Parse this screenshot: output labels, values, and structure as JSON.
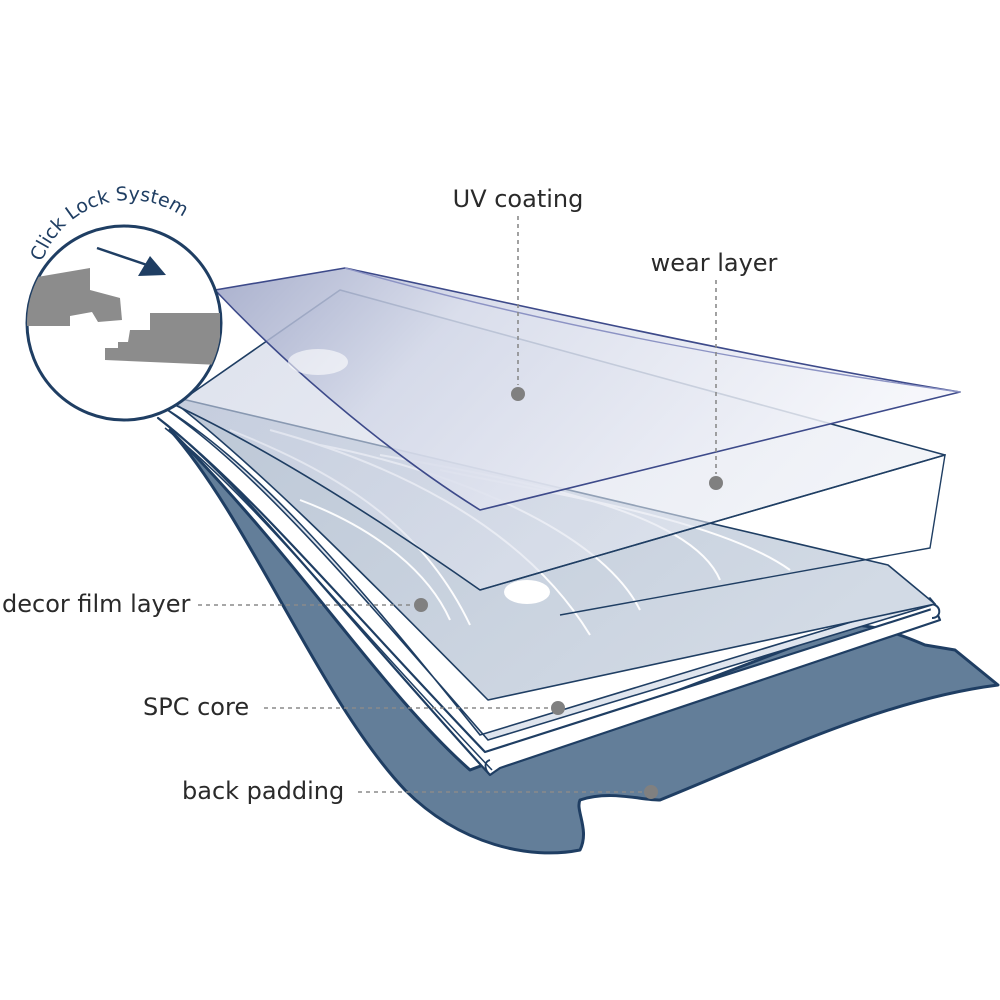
{
  "colors": {
    "navy": "#1f3e63",
    "back_padding_fill": "#637e99",
    "core_fill": "#d8dde6",
    "decor_fill": "#c7d1dd",
    "wear_fill": "#dfe3ec",
    "uv_fill": "#eef0f6",
    "leader_gray": "#8a8a8a"
  },
  "inset": {
    "title": "Click Lock System",
    "icon": "click-lock-joint-icon"
  },
  "labels": {
    "uv_coating": "UV coating",
    "wear_layer": "wear layer",
    "decor_film_layer": "decor film layer",
    "spc_core": "SPC core",
    "back_padding": "back padding"
  }
}
